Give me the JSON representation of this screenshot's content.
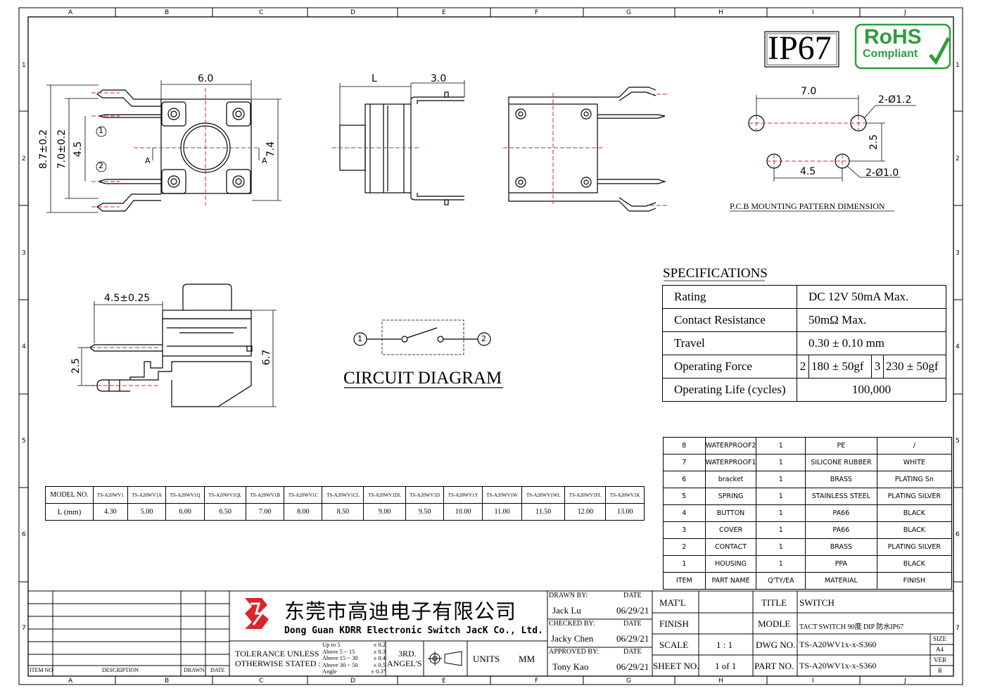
{
  "grid": {
    "cols": [
      "A",
      "B",
      "C",
      "D",
      "E",
      "F",
      "G",
      "H",
      "I",
      "J"
    ],
    "rows": [
      "1",
      "2",
      "3",
      "4",
      "5",
      "6",
      "7"
    ]
  },
  "badges": {
    "ip": "IP67",
    "rohs_top": "RoHS",
    "rohs_bottom": "Compliant"
  },
  "dims": {
    "top_width": "6.0",
    "top_h87": "8.7±0.2",
    "top_h70": "7.0±0.2",
    "top_h45": "4.5",
    "top_h74": "7.4",
    "section": "A",
    "pin1": "1",
    "pin2": "2",
    "side_L": "L",
    "side_30": "3.0",
    "pcb_70": "7.0",
    "pcb_d12": "2-Ø1.2",
    "pcb_25": "2.5",
    "pcb_45": "4.5",
    "pcb_d10": "2-Ø1.0",
    "pcb_title": "P.C.B MOUNTING PATTERN DIMENSION",
    "front_45": "4.5±0.25",
    "front_25": "2.5",
    "front_67": "6.7"
  },
  "circuit": {
    "title": "CIRCUIT DIAGRAM",
    "n1": "1",
    "n2": "2"
  },
  "specs": {
    "title": "SPECIFICATIONS",
    "rating_label": "Rating",
    "rating_value": "DC 12V 50mA Max.",
    "contact_label": "Contact Resistance",
    "contact_value": "50mΩ  Max.",
    "travel_label": "Travel",
    "travel_value": "0.30 ± 0.10 mm",
    "force_label": "Operating Force",
    "force_c1": "2",
    "force_v1": "180 ± 50gf",
    "force_c2": "3",
    "force_v2": "230 ± 50gf",
    "life_label": "Operating Life (cycles)",
    "life_value": "100,000"
  },
  "bom": {
    "rows": [
      {
        "item": "8",
        "part": "WATERPROOF2",
        "qty": "1",
        "material": "PE",
        "finish": "/"
      },
      {
        "item": "7",
        "part": "WATERPROOF1",
        "qty": "1",
        "material": "SILICONE RUBBER",
        "finish": "WHITE"
      },
      {
        "item": "6",
        "part": "bracket",
        "qty": "1",
        "material": "BRASS",
        "finish": "PLATING Sn"
      },
      {
        "item": "5",
        "part": "SPRING",
        "qty": "1",
        "material": "STAINLESS STEEL",
        "finish": "PLATING SILVER"
      },
      {
        "item": "4",
        "part": "BUTTON",
        "qty": "1",
        "material": "PA66",
        "finish": "BLACK"
      },
      {
        "item": "3",
        "part": "COVER",
        "qty": "1",
        "material": "PA66",
        "finish": "BLACK"
      },
      {
        "item": "2",
        "part": "CONTACT",
        "qty": "1",
        "material": "BRASS",
        "finish": "PLATING SILVER"
      },
      {
        "item": "1",
        "part": "HOUSING",
        "qty": "1",
        "material": "PPA",
        "finish": "BLACK"
      }
    ],
    "header": {
      "item": "ITEM",
      "part": "PART NAME",
      "qty": "Q'TY/EA",
      "material": "MATERIAL",
      "finish": "FINISH"
    }
  },
  "models": {
    "header_label": "MODEL NO.",
    "row_label": "L (mm)",
    "names": [
      "TS-A20WV1",
      "TS-A20WV1A",
      "TS-A20WV1Q",
      "TS-A20WV1QL",
      "TS-A20WV1B",
      "TS-A20WV1C",
      "TS-A20WV1CL",
      "TS-A20WV1DL",
      "TS-A20WV1D",
      "TS-A20WV1Y",
      "TS-A20WV1W",
      "TS-A20WV1WL",
      "TS-A20WV1FL",
      "TS-A20WV1K"
    ],
    "values": [
      "4.30",
      "5.00",
      "6.00",
      "6.50",
      "7.00",
      "8.00",
      "8.50",
      "9.00",
      "9.50",
      "10.00",
      "11.00",
      "11.50",
      "12.00",
      "13.00"
    ]
  },
  "title_block": {
    "rev_item": "ITEM NO",
    "rev_desc": "DESCRIPTION",
    "rev_drawn": "DRAWN",
    "rev_date": "DATE",
    "company_cn": "东莞市高迪电子有限公司",
    "company_en": "Dong Guan KDRR  Electronic Switch JacK Co., Ltd.",
    "tol_l1": "TOLERANCE UNLESS",
    "tol_l2": "OTHERWISE STATED :",
    "tol_ranges": [
      "Up to 5",
      "Above 5  ~ 15",
      "Above 15 ~ 30",
      "Above 30 ~ 50",
      "Angle"
    ],
    "tol_values": [
      "± 0.2",
      "± 0.3",
      "± 0.4",
      "± 0.5",
      "± 0.3°"
    ],
    "angle_l1": "3RD.",
    "angle_l2": "ANGEL'S",
    "units_label": "UNITS",
    "units_value": "MM",
    "drawn_by": "DRAWN BY:",
    "drawn_name": "Jack  Lu",
    "drawn_date": "06/29/21",
    "checked_by": "CHECKED BY:",
    "checked_name": "Jacky Chen",
    "checked_date": "06/29/21",
    "approved_by": "APPROVED BY:",
    "approved_name": "Tony Kao",
    "approved_date": "06/29/21",
    "date_label": "DATE",
    "matl_label": "MAT'L",
    "finish_label": "FINISH",
    "scale_label": "SCALE",
    "scale_value": "1 : 1",
    "sheet_label": "SHEET NO.",
    "sheet_value": "1 of 1",
    "title_label": "TITLE",
    "title_value": "SWITCH",
    "model_label": "MODLE",
    "model_value": "TACT SWITCH 90度 DIP 防水IP67",
    "dwg_label": "DWG NO.",
    "dwg_value": "TS-A20WV1x-x-S360",
    "part_label": "PART NO.",
    "part_value": "TS-A20WV1x-x-S360",
    "size_label": "SIZE",
    "size_value": "A4",
    "ver_label": "VER",
    "ver_value": "R"
  },
  "colors": {
    "rohs_green": "#2e9d3a",
    "centerline_red": "#d9262b",
    "logo_red": "#d9262b"
  }
}
